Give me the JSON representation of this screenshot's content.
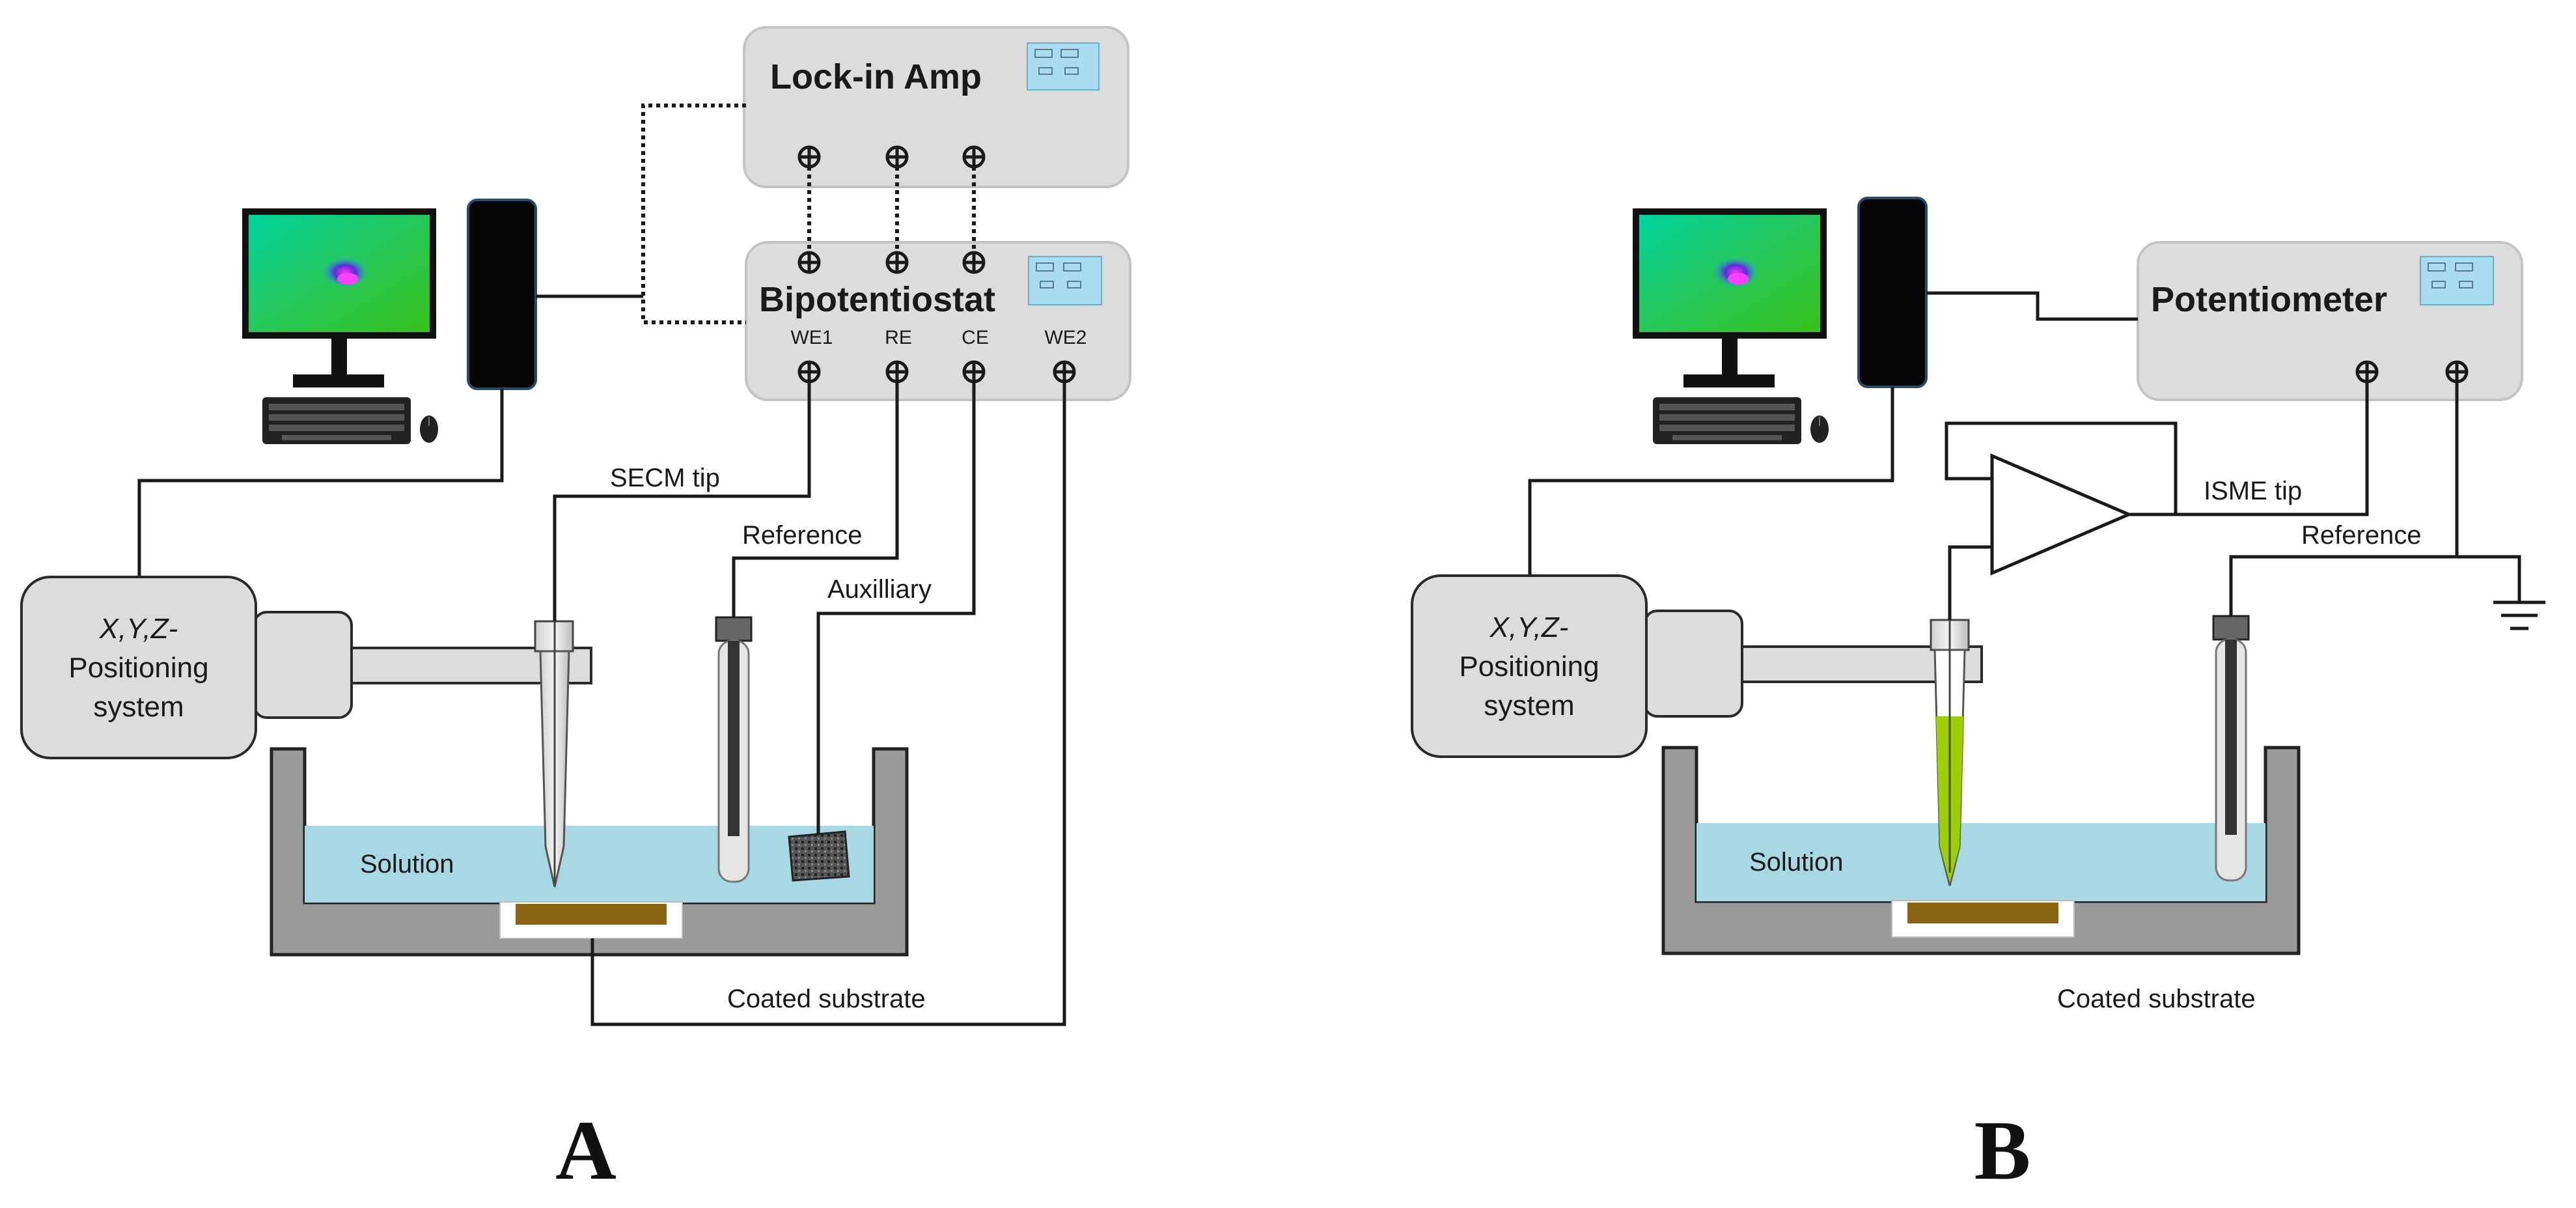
{
  "panels": [
    {
      "letter": "A",
      "instruments": {
        "lockin": "Lock-in Amp",
        "bipot": "Bipotentiostat"
      },
      "terminals": [
        "WE1",
        "RE",
        "CE",
        "WE2"
      ],
      "wires": {
        "tip": "SECM tip",
        "reference": "Reference",
        "auxiliary": "Auxilliary",
        "substrate": "Coated substrate"
      },
      "positioner": [
        "X,Y,Z-",
        "Positioning",
        "system"
      ],
      "solution": "Solution"
    },
    {
      "letter": "B",
      "instruments": {
        "potentiometer": "Potentiometer"
      },
      "wires": {
        "tip": "ISME tip",
        "reference": "Reference",
        "substrate": "Coated substrate"
      },
      "positioner": [
        "X,Y,Z-",
        "Positioning",
        "system"
      ],
      "solution": "Solution"
    }
  ],
  "colors": {
    "instrument_fill": "#dcdcdc",
    "solution": "#a7d8e3",
    "cell_wall": "#9a9a9a",
    "substrate": "#8a6412",
    "ism_membrane": "#9ed000",
    "monitor_screen": "#2ecc40",
    "display": "#a9dcef"
  },
  "icons": [
    "computer-monitor-icon",
    "keyboard-icon",
    "mouse-icon",
    "controller-box-icon",
    "ground-symbol-icon",
    "amplifier-icon",
    "reference-electrode-icon",
    "mesh-electrode-icon"
  ]
}
